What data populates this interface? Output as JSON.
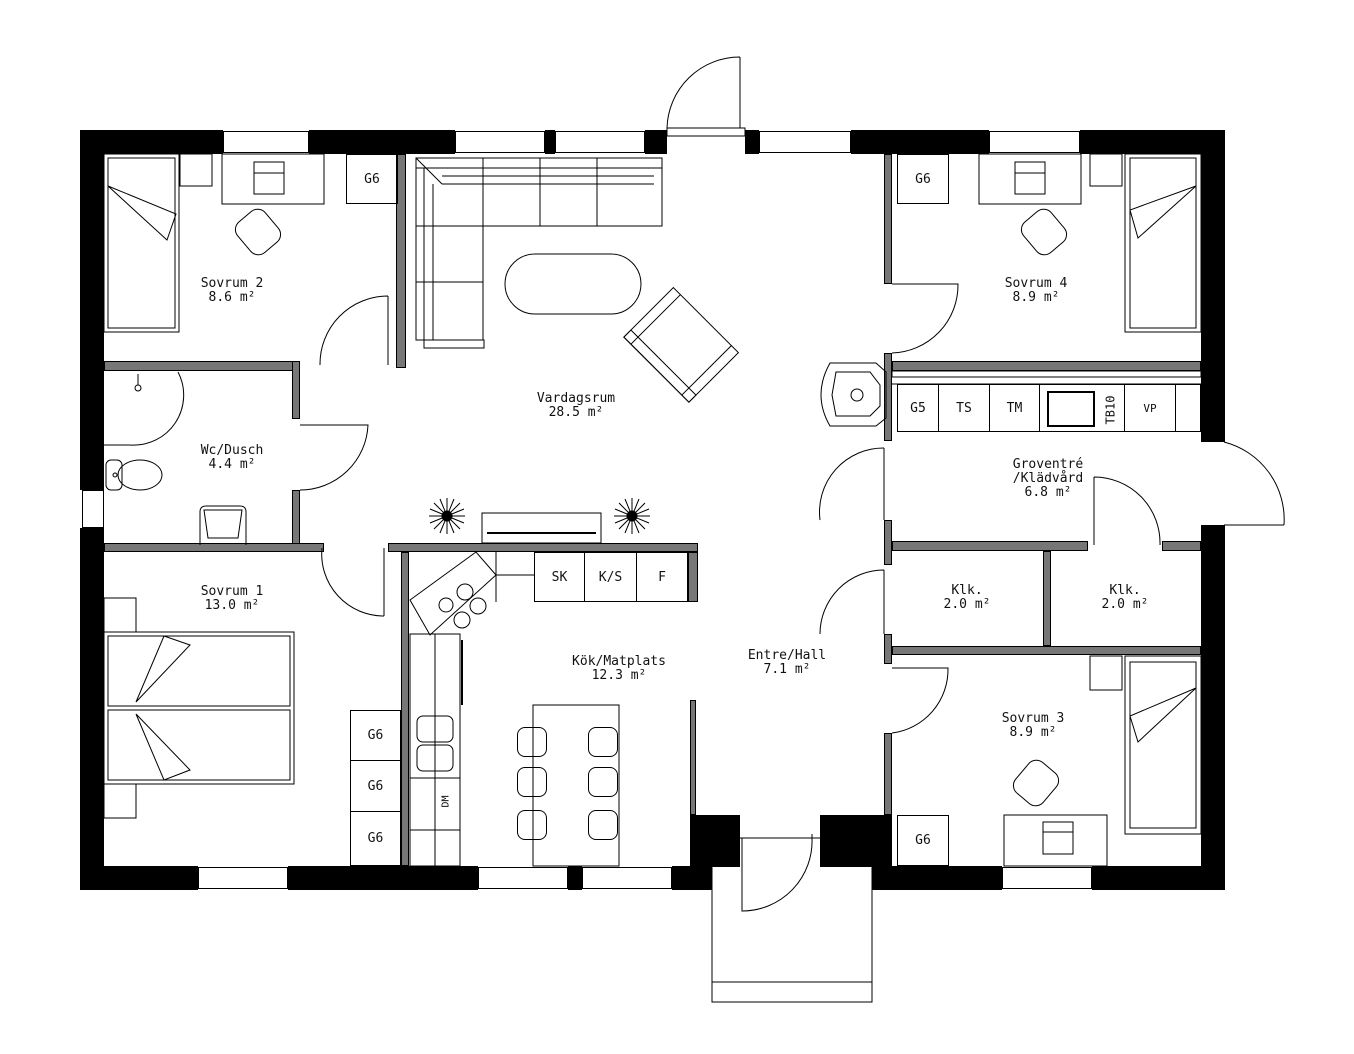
{
  "rooms": {
    "sovrum2": {
      "name": "Sovrum 2",
      "area": "8.6 m²"
    },
    "sovrum4": {
      "name": "Sovrum 4",
      "area": "8.9 m²"
    },
    "vardagsrum": {
      "name": "Vardagsrum",
      "area": "28.5 m²"
    },
    "wc": {
      "name": "Wc/Dusch",
      "area": "4.4 m²"
    },
    "groventre": {
      "name": "Groventré",
      "name2": "/Klädvård",
      "area": "6.8 m²"
    },
    "sovrum1": {
      "name": "Sovrum 1",
      "area": "13.0 m²"
    },
    "klk1": {
      "name": "Klk.",
      "area": "2.0 m²"
    },
    "klk2": {
      "name": "Klk.",
      "area": "2.0 m²"
    },
    "kok": {
      "name": "Kök/Matplats",
      "area": "12.3 m²"
    },
    "entre": {
      "name": "Entre/Hall",
      "area": "7.1 m²"
    },
    "sovrum3": {
      "name": "Sovrum 3",
      "area": "8.9 m²"
    }
  },
  "units": {
    "sovrum2_wardrobe": "G6",
    "sovrum4_wardrobe": "G6",
    "sovrum3_wardrobe": "G6",
    "sovrum1_wardrobes": [
      "G6",
      "G6",
      "G6"
    ],
    "laundry": [
      "G5",
      "TS",
      "TM",
      "TB10",
      "VP"
    ],
    "kitchen": [
      "SK",
      "K/S",
      "F"
    ],
    "dishwasher": "DM"
  },
  "colors": {
    "wall": "#000000",
    "interior_wall": "#777777",
    "background": "#ffffff",
    "line": "#000000"
  }
}
